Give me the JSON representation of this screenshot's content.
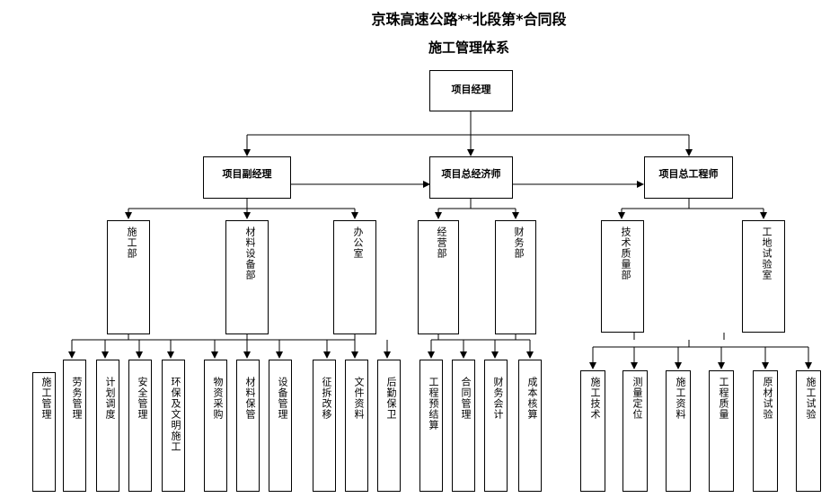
{
  "title": "京珠高速公路**北段第*合同段",
  "subtitle": "施工管理体系",
  "top": "项目经理",
  "level2": {
    "left": "项目副经理",
    "center": "项目总经济师",
    "right": "项目总工程师"
  },
  "departments": {
    "d1": "施工部",
    "d2": "材料设备部",
    "d3": "办公室",
    "d4": "经营部",
    "d5": "财务部",
    "d6": "技术质量部",
    "d7": "工地试验室"
  },
  "units": {
    "u1": "施工管理",
    "u2": "劳务管理",
    "u3": "计划调度",
    "u4": "安全管理",
    "u5": "环保及文明施工",
    "u6": "物资采购",
    "u7": "材料保管",
    "u8": "设备管理",
    "u9": "征拆改移",
    "u10": "文件资料",
    "u11": "后勤保卫",
    "u12": "工程预结算",
    "u13": "合同管理",
    "u14": "财务会计",
    "u15": "成本核算",
    "u16": "施工技术",
    "u17": "测量定位",
    "u18": "施工资料",
    "u19": "工程质量",
    "u20": "原材试验",
    "u21": "施工试验"
  }
}
